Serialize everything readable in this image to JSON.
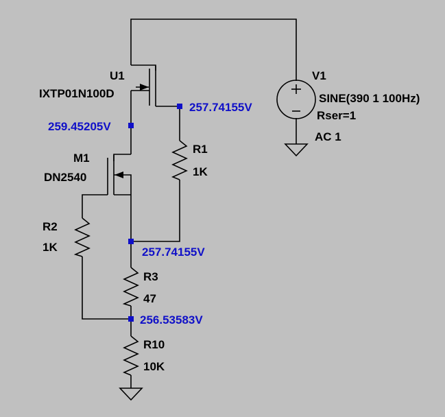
{
  "components": {
    "u1": {
      "ref": "U1",
      "part": "IXTP01N100D"
    },
    "m1": {
      "ref": "M1",
      "part": "DN2540"
    },
    "r1": {
      "ref": "R1",
      "value": "1K"
    },
    "r2": {
      "ref": "R2",
      "value": "1K"
    },
    "r3": {
      "ref": "R3",
      "value": "47"
    },
    "r10": {
      "ref": "R10",
      "value": "10K"
    },
    "v1": {
      "ref": "V1",
      "value": "SINE(390 1 100Hz)",
      "rser": "Rser=1",
      "ac": "AC 1"
    }
  },
  "node_voltages": {
    "u1_source": "257.74155V",
    "m1_drain": "259.45205V",
    "m1_source": "257.74155V",
    "r3_bottom": "256.53583V"
  },
  "colors": {
    "background": "#c0c0c0",
    "wire": "#000000",
    "voltage_label": "#1010c8"
  }
}
